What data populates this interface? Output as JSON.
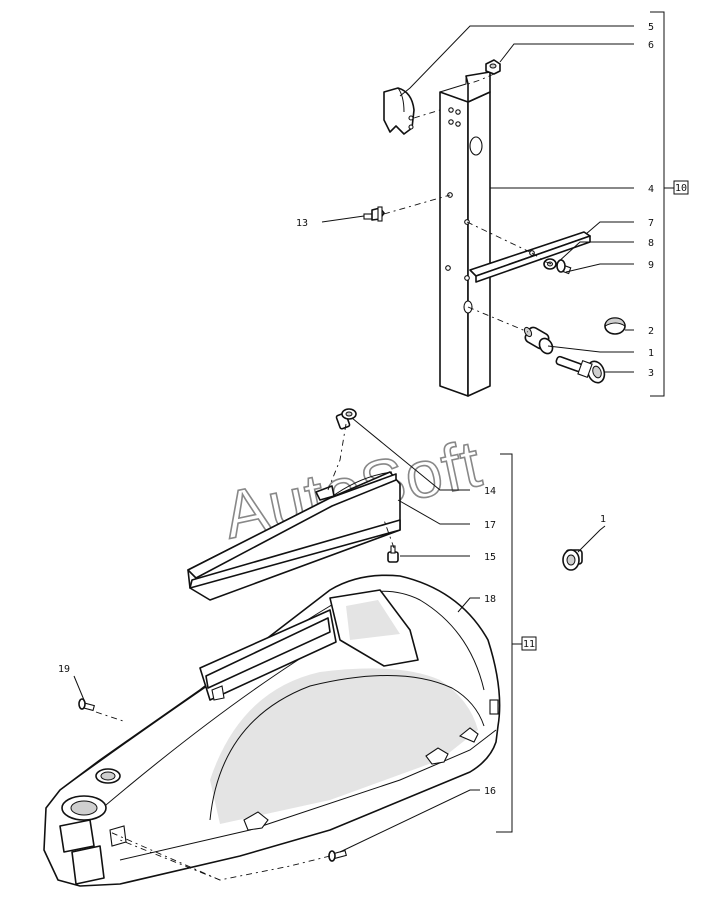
{
  "watermark": "AutoSoft",
  "reference_boxes": {
    "upper_assembly": "10",
    "lower_assembly": "11"
  },
  "callouts": {
    "c1a": "1",
    "c1b": "1",
    "c2": "2",
    "c3": "3",
    "c4": "4",
    "c5": "5",
    "c6": "6",
    "c7": "7",
    "c8": "8",
    "c9": "9",
    "c13": "13",
    "c14": "14",
    "c15": "15",
    "c16": "16",
    "c17": "17",
    "c18": "18",
    "c19": "19"
  }
}
